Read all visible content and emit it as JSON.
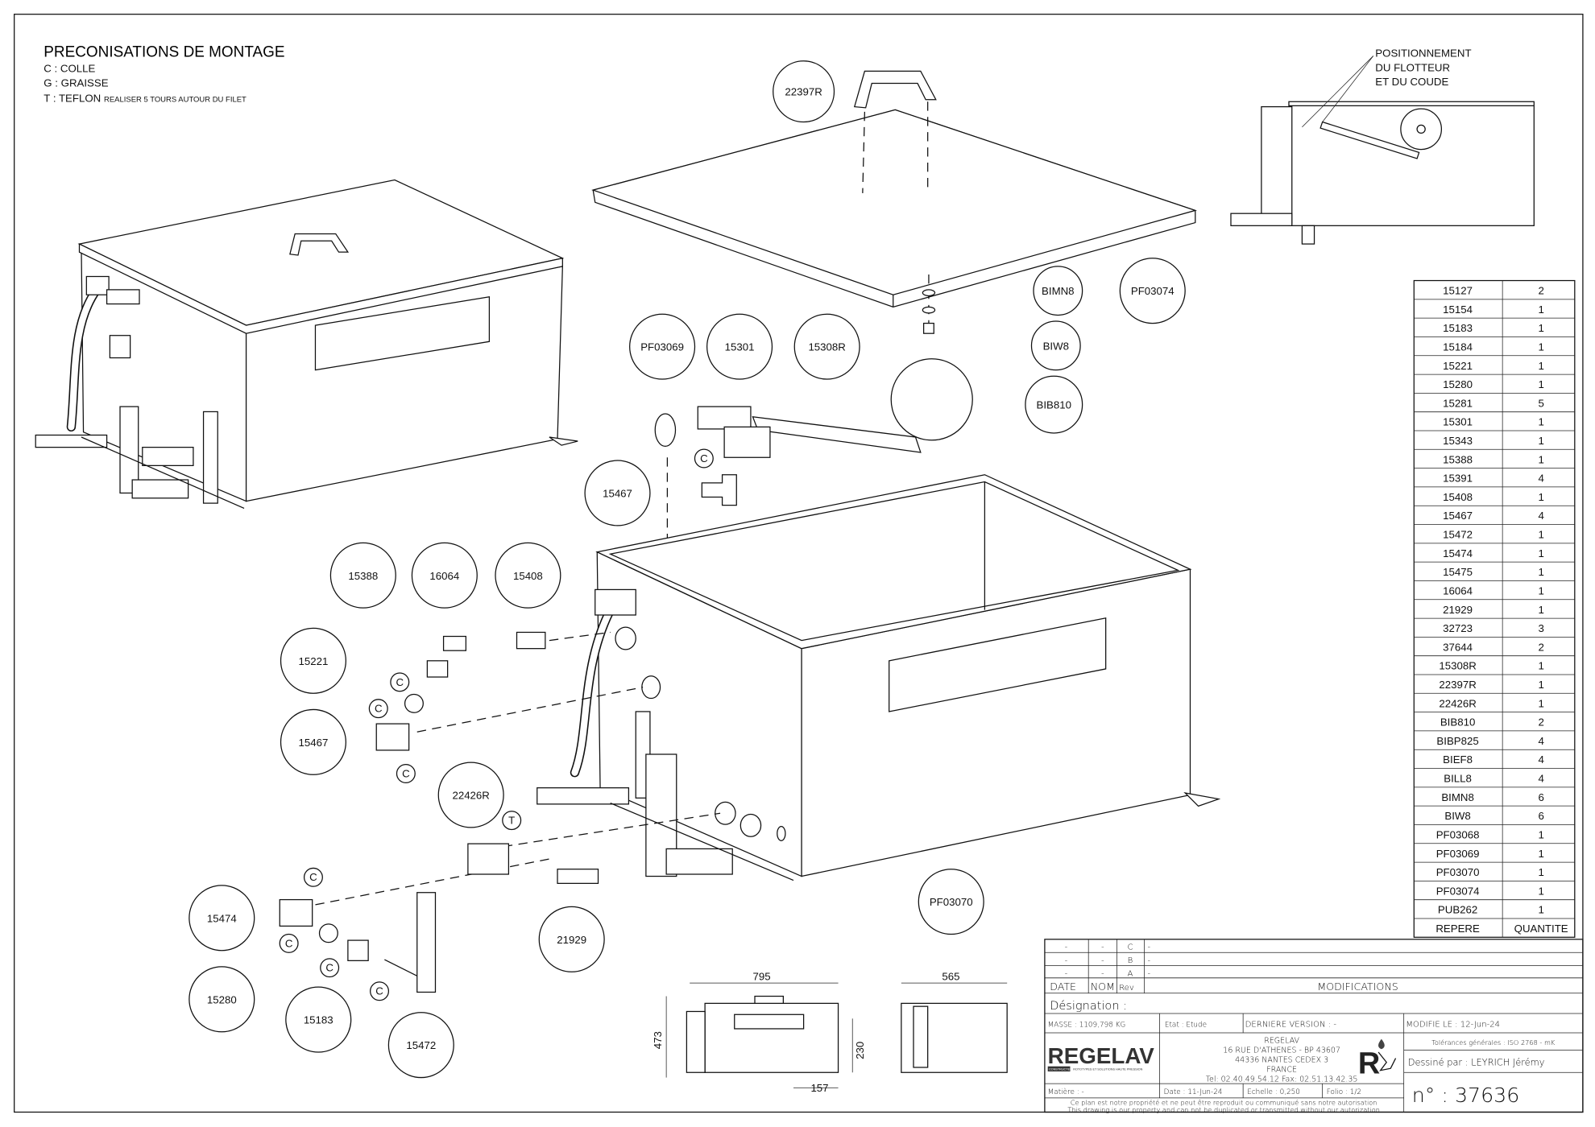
{
  "header": {
    "title": "PRECONISATIONS DE MONTAGE",
    "line_c": "C : COLLE",
    "line_g": "G : GRAISSE",
    "line_t": "T : TEFLON",
    "line_t_note": "REALISER 5 TOURS AUTOUR DU FILET"
  },
  "side_note": [
    "POSITIONNEMENT",
    "DU FLOTTEUR",
    "ET DU COUDE"
  ],
  "balloons": [
    "22397R",
    "PF03074",
    "BIMN8",
    "BIW8",
    "BIB810",
    "PF03069",
    "15301",
    "15308R",
    "15467",
    "15388",
    "16064",
    "15408",
    "15221",
    "15467",
    "22426R",
    "21929",
    "PF03070",
    "15474",
    "15280",
    "15183",
    "15472"
  ],
  "markers": [
    "C",
    "C",
    "C",
    "C",
    "C",
    "C",
    "C",
    "C",
    "T"
  ],
  "dimensions": {
    "width": "795",
    "height": "473",
    "depth": "565",
    "d230": "230",
    "d157": "157"
  },
  "bom": {
    "header": {
      "ref": "REPERE",
      "qty": "QUANTITE"
    },
    "rows": [
      [
        "15127",
        "2"
      ],
      [
        "15154",
        "1"
      ],
      [
        "15183",
        "1"
      ],
      [
        "15184",
        "1"
      ],
      [
        "15221",
        "1"
      ],
      [
        "15280",
        "1"
      ],
      [
        "15281",
        "5"
      ],
      [
        "15301",
        "1"
      ],
      [
        "15343",
        "1"
      ],
      [
        "15388",
        "1"
      ],
      [
        "15391",
        "4"
      ],
      [
        "15408",
        "1"
      ],
      [
        "15467",
        "4"
      ],
      [
        "15472",
        "1"
      ],
      [
        "15474",
        "1"
      ],
      [
        "15475",
        "1"
      ],
      [
        "16064",
        "1"
      ],
      [
        "21929",
        "1"
      ],
      [
        "32723",
        "3"
      ],
      [
        "37644",
        "2"
      ],
      [
        "15308R",
        "1"
      ],
      [
        "22397R",
        "1"
      ],
      [
        "22426R",
        "1"
      ],
      [
        "BIB810",
        "2"
      ],
      [
        "BIBP825",
        "4"
      ],
      [
        "BIEF8",
        "4"
      ],
      [
        "BILL8",
        "4"
      ],
      [
        "BIMN8",
        "6"
      ],
      [
        "BIW8",
        "6"
      ],
      [
        "PF03068",
        "1"
      ],
      [
        "PF03069",
        "1"
      ],
      [
        "PF03070",
        "1"
      ],
      [
        "PF03074",
        "1"
      ],
      [
        "PUB262",
        "1"
      ]
    ]
  },
  "title_block": {
    "revisions": [
      [
        "-",
        "-",
        "C",
        "-"
      ],
      [
        "-",
        "-",
        "B",
        "-"
      ],
      [
        "-",
        "-",
        "A",
        "-"
      ]
    ],
    "col_date": "DATE",
    "col_nom": "NOM",
    "col_rev": "Rev",
    "col_mod": "MODIFICATIONS",
    "designation": "Désignation :",
    "masse": "MASSE : 1109,798 KG",
    "etat": "Etat : Etude",
    "derniere_version": "DERNIERE VERSION : -",
    "modifie_le": "MODIFIE LE : 12-Jun-24",
    "logo": "REGELAV",
    "logo_tag": "CONSTRUCTEUR",
    "logo_sub": "ROTOTYPES ET SOLUTIONS HAUTE PRESSION",
    "company": [
      "REGELAV",
      "16 RUE D'ATHENES - BP 43607",
      "44336 NANTES CEDEX 3",
      "FRANCE",
      "Tel:  02.40.49.54.12  Fax: 02.51.13.42.35"
    ],
    "tolerances": "Tolérances générales : ISO 2768 - mK",
    "dessine_par": "Dessiné par : LEYRICH Jérémy",
    "numero": "n° : 37636",
    "matiere": "Matière : -",
    "date": "Date : 11-Jun-24",
    "echelle": "Echelle : 0,250",
    "folio": "Folio : 1/2",
    "disclaimer_fr": "Ce plan est notre propriété et ne peut être reproduit ou communiqué sans notre autorisation",
    "disclaimer_en": "This drawing is our property and can not be duplicated or transmitted without our autorization"
  }
}
